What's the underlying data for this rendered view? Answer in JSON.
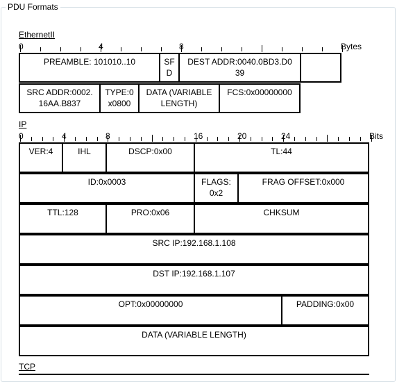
{
  "panel": {
    "title": "PDU Formats"
  },
  "ethernet": {
    "label": "EthernetII",
    "unit": "Bytes",
    "ruler_numbers": [
      "0",
      "4",
      "8"
    ],
    "fields": {
      "preamble": "PREAMBLE: 101010..10",
      "sfd": "SF\nD",
      "dest_addr": "DEST ADDR:0040.0BD3.D0\n39",
      "src_addr": "SRC ADDR:0002.\n16AA.B837",
      "type": "TYPE:0\nx0800",
      "data": "DATA (VARIABLE\nLENGTH)",
      "fcs": "FCS:0x00000000"
    }
  },
  "ip": {
    "label": "IP",
    "unit": "Bits",
    "ruler_numbers": [
      "0",
      "4",
      "8",
      "16",
      "20",
      "24"
    ],
    "fields": {
      "ver": "VER:4",
      "ihl": "IHL",
      "dscp": "DSCP:0x00",
      "tl": "TL:44",
      "id": "ID:0x0003",
      "flags": "FLAGS:\n0x2",
      "frag_offset": "FRAG OFFSET:0x000",
      "ttl": "TTL:128",
      "pro": "PRO:0x06",
      "chksum": "CHKSUM",
      "src_ip": "SRC IP:192.168.1.108",
      "dst_ip": "DST IP:192.168.1.107",
      "opt": "OPT:0x00000000",
      "padding": "PADDING:0x00",
      "data": "DATA (VARIABLE LENGTH)"
    }
  },
  "tcp": {
    "label": "TCP"
  }
}
